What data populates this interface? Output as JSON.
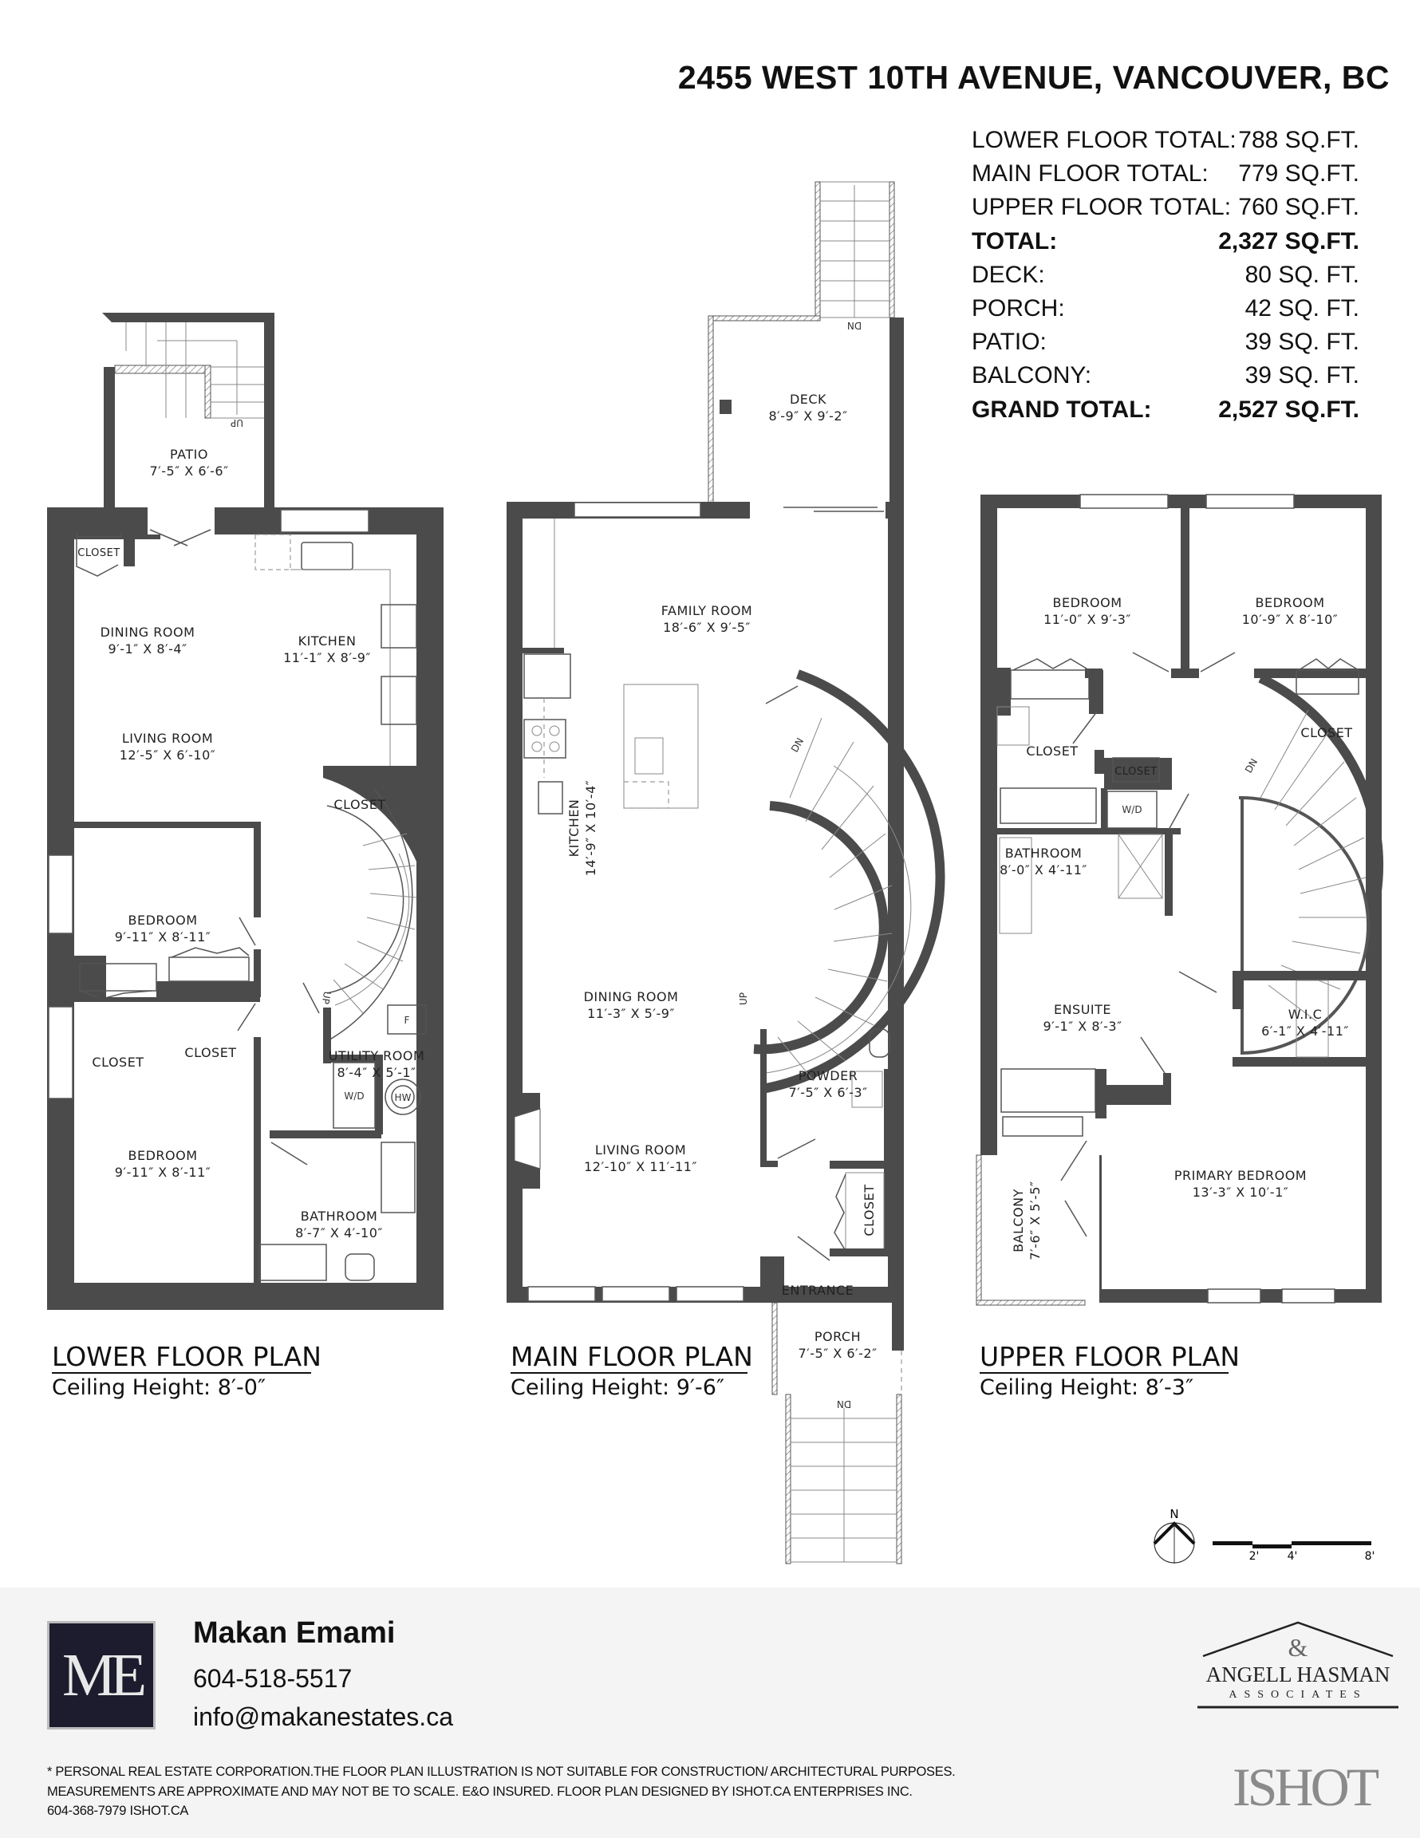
{
  "header": {
    "address": "2455 WEST 10TH AVENUE, VANCOUVER, BC"
  },
  "area_summary": [
    {
      "label": "LOWER FLOOR TOTAL:",
      "value": "788 SQ.FT.",
      "bold": false
    },
    {
      "label": "MAIN FLOOR TOTAL:",
      "value": "779 SQ.FT.",
      "bold": false
    },
    {
      "label": "UPPER FLOOR TOTAL:",
      "value": "760 SQ.FT.",
      "bold": false
    },
    {
      "label": "TOTAL:",
      "value": "2,327 SQ.FT.",
      "bold": true
    },
    {
      "label": "DECK:",
      "value": "80 SQ. FT.",
      "bold": false
    },
    {
      "label": "PORCH:",
      "value": "42 SQ. FT.",
      "bold": false
    },
    {
      "label": "PATIO:",
      "value": "39 SQ. FT.",
      "bold": false
    },
    {
      "label": "BALCONY:",
      "value": "39 SQ. FT.",
      "bold": false
    },
    {
      "label": "GRAND TOTAL:",
      "value": "2,527 SQ.FT.",
      "bold": true
    }
  ],
  "lower": {
    "title": "LOWER FLOOR PLAN",
    "ceiling": "Ceiling Height: 8′-0″",
    "rooms": [
      {
        "name": "PATIO",
        "dims": "7′-5″ X 6′-6″"
      },
      {
        "name": "CLOSET"
      },
      {
        "name": "DINING ROOM",
        "dims": "9′-1″ X 8′-4″"
      },
      {
        "name": "KITCHEN",
        "dims": "11′-1″ X 8′-9″"
      },
      {
        "name": "LIVING ROOM",
        "dims": "12′-5″ X 6′-10″"
      },
      {
        "name": "CLOSET"
      },
      {
        "name": "BEDROOM",
        "dims": "9′-11″ X 8′-11″"
      },
      {
        "name": "CLOSET"
      },
      {
        "name": "CLOSET"
      },
      {
        "name": "UTILITY ROOM",
        "dims": "8′-4″ X 5′-1″"
      },
      {
        "name": "BEDROOM",
        "dims": "9′-11″ X 8′-11″"
      },
      {
        "name": "BATHROOM",
        "dims": "8′-7″ X 4′-10″"
      }
    ],
    "fixtures": {
      "furnace": "F",
      "hot_water": "HW",
      "washer_dryer": "W/D",
      "stairs": "UP",
      "stairs2": "UP"
    }
  },
  "main": {
    "title": "MAIN FLOOR PLAN",
    "ceiling": "Ceiling Height: 9′-6″",
    "rooms": [
      {
        "name": "DECK",
        "dims": "8′-9″ X 9′-2″"
      },
      {
        "name": "FAMILY ROOM",
        "dims": "18′-6″ X 9′-5″"
      },
      {
        "name": "KITCHEN",
        "dims": "14′-9″ X 10′-4″"
      },
      {
        "name": "DINING ROOM",
        "dims": "11′-3″ X 5′-9″"
      },
      {
        "name": "LIVING ROOM",
        "dims": "12′-10″ X 11′-11″"
      },
      {
        "name": "POWDER",
        "dims": "7′-5″ X 6′-3″"
      },
      {
        "name": "CLOSET"
      },
      {
        "name": "ENTRANCE"
      },
      {
        "name": "PORCH",
        "dims": "7′-5″ X 6′-2″"
      }
    ],
    "fixtures": {
      "deck_stairs": "DN",
      "stairs_down": "DN",
      "stairs_up": "UP",
      "porch_stairs": "DN"
    }
  },
  "upper": {
    "title": "UPPER FLOOR PLAN",
    "ceiling": "Ceiling Height: 8′-3″",
    "rooms": [
      {
        "name": "BEDROOM",
        "dims": "11′-0″ X 9′-3″"
      },
      {
        "name": "BEDROOM",
        "dims": "10′-9″ X 8′-10″"
      },
      {
        "name": "CLOSET"
      },
      {
        "name": "CLOSET"
      },
      {
        "name": "BATHROOM",
        "dims": "8′-0″ X 4′-11″"
      },
      {
        "name": "CLOSET"
      },
      {
        "name": "ENSUITE",
        "dims": "9′-1″ X 8′-3″"
      },
      {
        "name": "W.I.C",
        "dims": "6′-1″ X 4′-11″"
      },
      {
        "name": "PRIMARY BEDROOM",
        "dims": "13′-3″ X 10′-1″"
      },
      {
        "name": "BALCONY",
        "dims": "7′-6″ X 5′-5″"
      }
    ],
    "fixtures": {
      "washer_dryer": "W/D",
      "stairs": "DN"
    }
  },
  "compass": {
    "north": "N"
  },
  "scale_bar": {
    "ticks": [
      "2'",
      "4'",
      "8'"
    ]
  },
  "footer": {
    "logo_initials": "ME",
    "agent_name": "Makan Emami",
    "phone": "604-518-5517",
    "email": "info@makanestates.ca",
    "disclaimer": [
      "* PERSONAL REAL ESTATE CORPORATION.THE FLOOR PLAN ILLUSTRATION IS NOT SUITABLE FOR CONSTRUCTION/ ARCHITECTURAL PURPOSES.",
      "MEASUREMENTS ARE APPROXIMATE AND MAY NOT BE TO SCALE. E&O INSURED. FLOOR PLAN DESIGNED BY ISHOT.CA ENTERPRISES INC.",
      "604-368-7979  ISHOT.CA"
    ],
    "brokerage_logo": {
      "name": "ANGELL HASMAN",
      "sub": "ASSOCIATES",
      "mark": "&"
    },
    "designer_logo": "ISHOT"
  }
}
